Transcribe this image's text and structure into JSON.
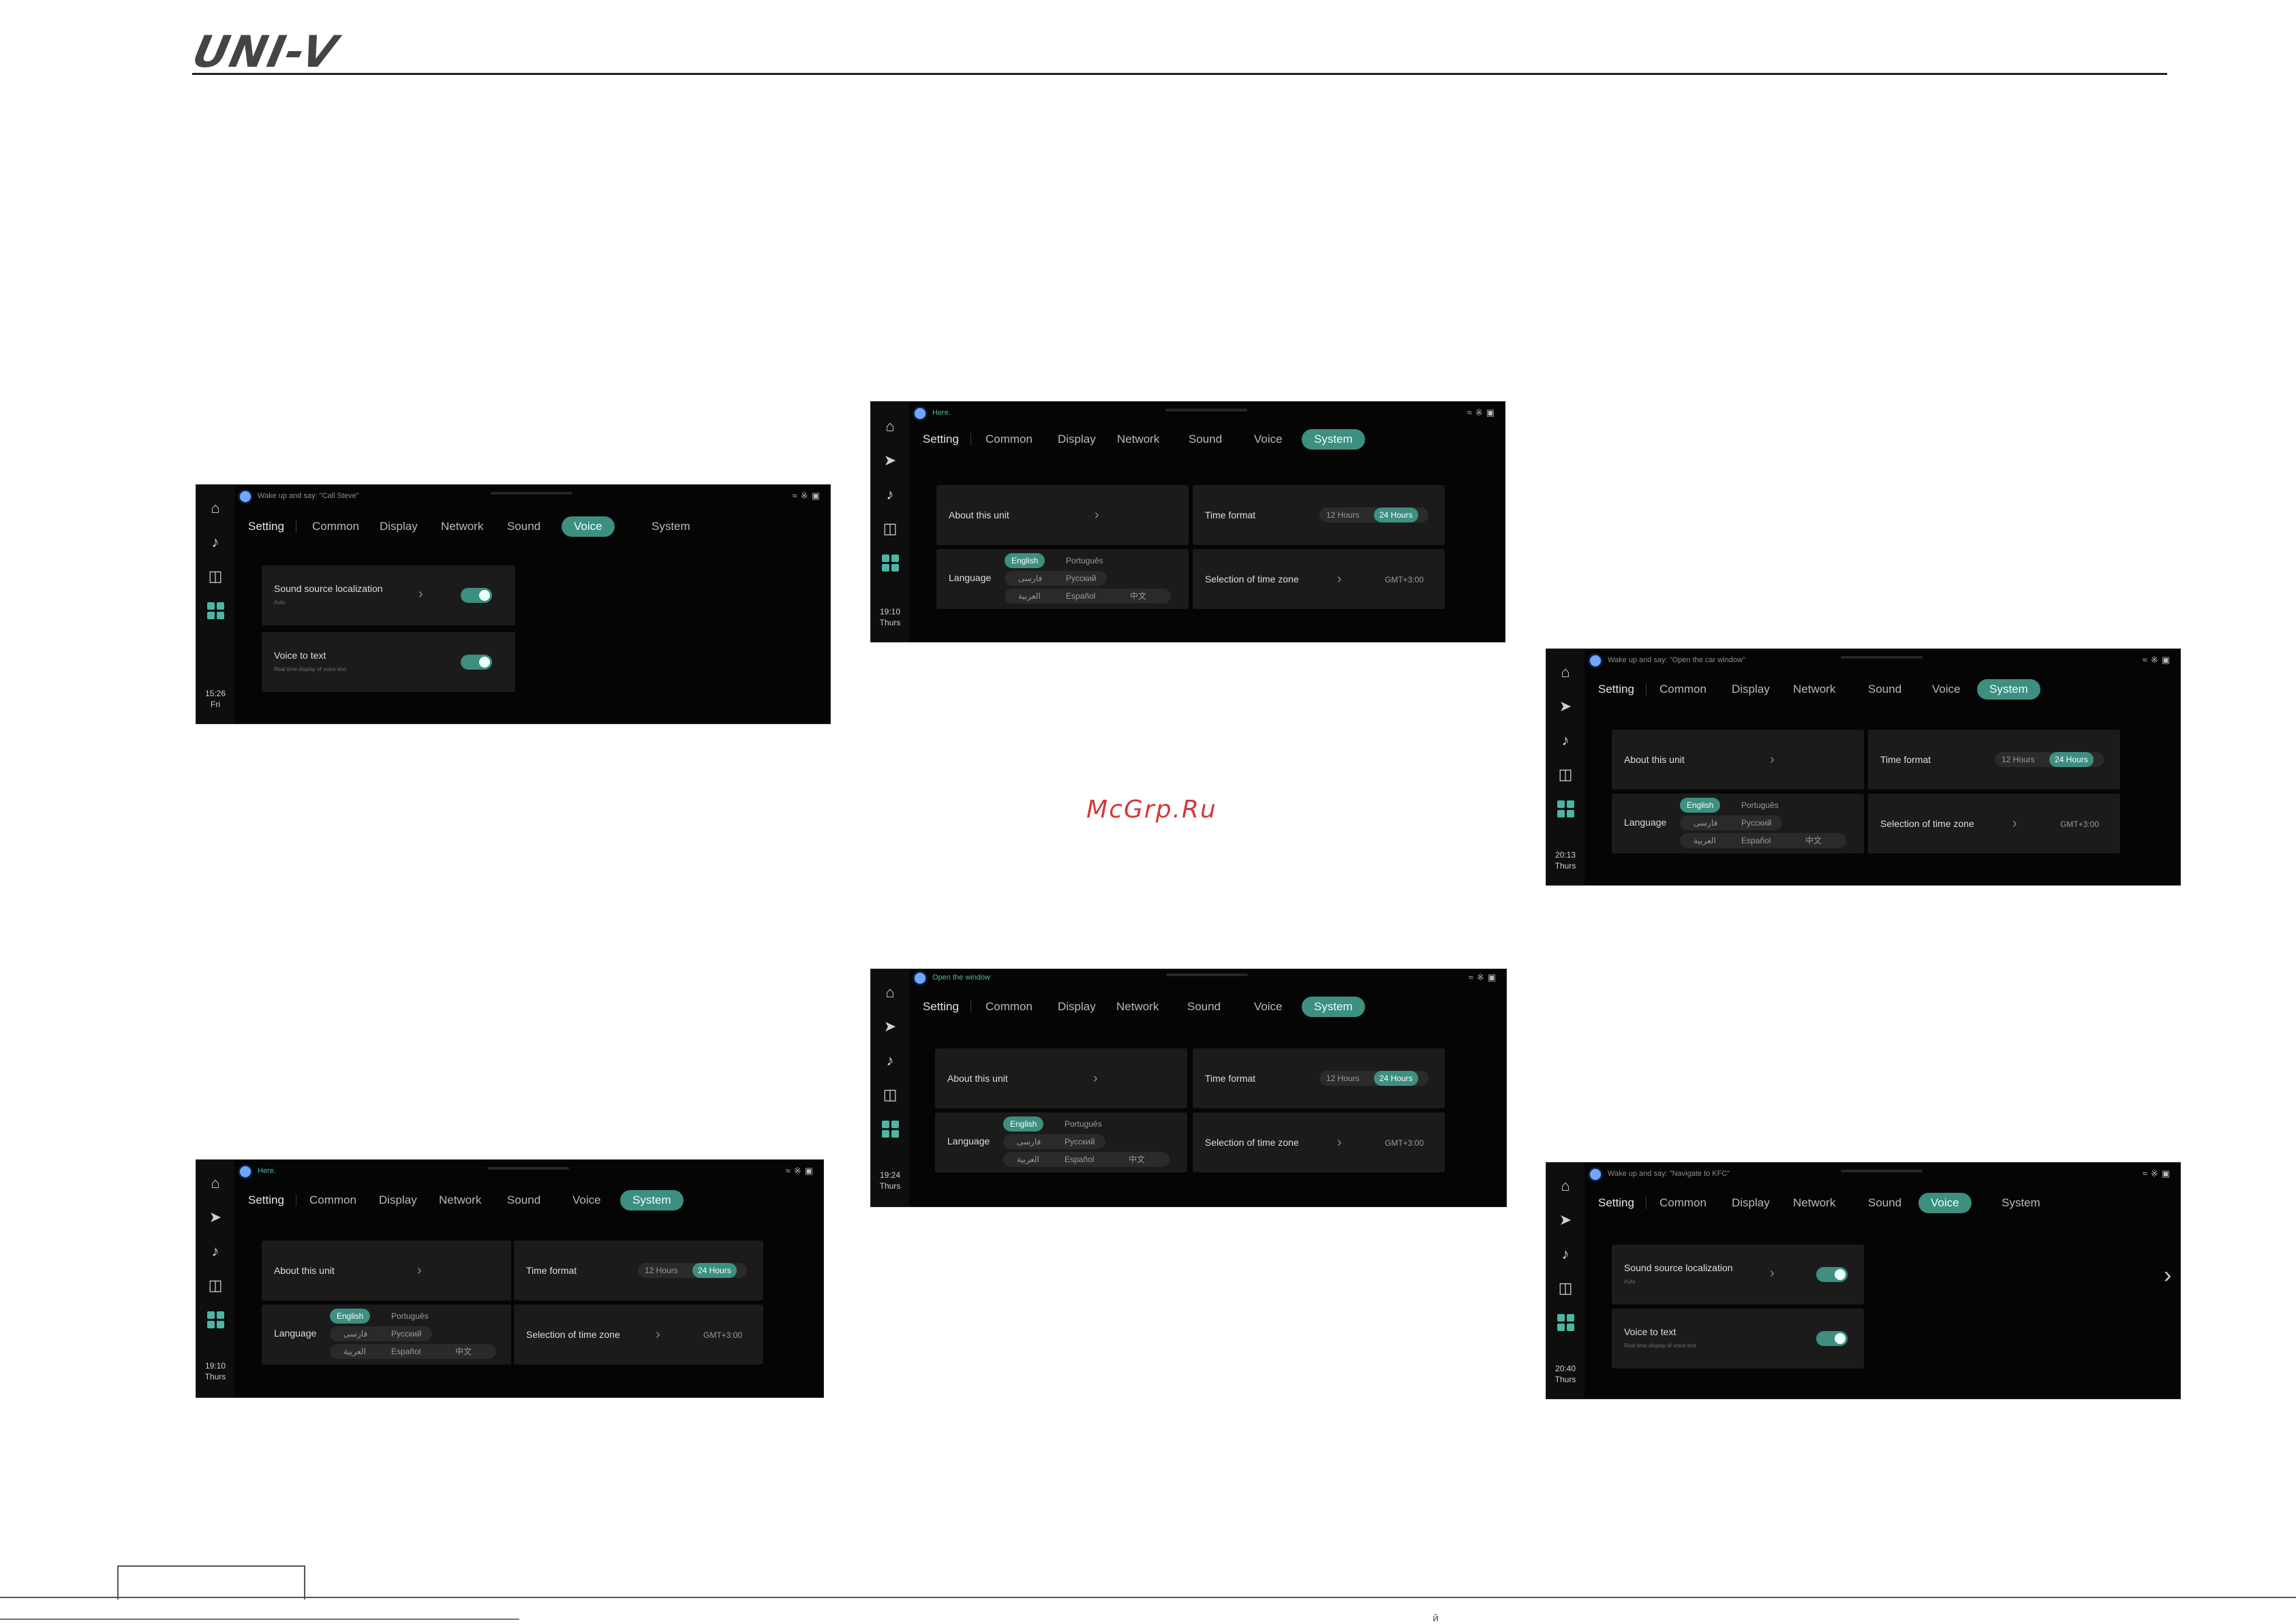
{
  "brand": {
    "logo": "UNI-V"
  },
  "watermark": "McGrp.Ru",
  "footer_mark": "й",
  "tabs": [
    "Setting",
    "Common",
    "Display",
    "Network",
    "Sound",
    "Voice",
    "System"
  ],
  "accent_color": "#3d8f80",
  "screens": {
    "s1": {
      "prompt": "Wake up and say: \"Call Steve\"",
      "clock_time": "15:26",
      "clock_day": "Fri",
      "active_tab": "Voice",
      "sound_source": {
        "label": "Sound source localization",
        "sub": "Auto",
        "toggle": true
      },
      "voice_to_text": {
        "label": "Voice to text",
        "sub": "Real time display of voice text",
        "toggle": true
      }
    },
    "s2": {
      "prompt": "Here.",
      "clock_time": "19:10",
      "clock_day": "Thurs",
      "active_tab": "System",
      "about": "About this unit",
      "time_format": {
        "label": "Time format",
        "opt_12": "12 Hours",
        "opt_24": "24 Hours",
        "selected": "24 Hours"
      },
      "language": {
        "label": "Language",
        "options": [
          "English",
          "Português",
          "فارسی",
          "Русский",
          "العربية",
          "Español",
          "中文"
        ],
        "selected": "English"
      },
      "timezone": {
        "label": "Selection of time zone",
        "value": "GMT+3:00"
      }
    },
    "s3": {
      "prompt": "Wake up and say: \"Open the car window\"",
      "clock_time": "20:13",
      "clock_day": "Thurs",
      "active_tab": "System"
    },
    "s4": {
      "prompt": "Open the window",
      "clock_time": "19:24",
      "clock_day": "Thurs",
      "active_tab": "System"
    },
    "s5": {
      "prompt": "Here.",
      "clock_time": "19:10",
      "clock_day": "Thurs",
      "active_tab": "System"
    },
    "s6": {
      "prompt": "Wake up and say: \"Navigate to KFC\"",
      "clock_time": "20:40",
      "clock_day": "Thurs",
      "active_tab": "Voice",
      "sound_source": {
        "label": "Sound source localization",
        "sub": "Auto",
        "toggle": true
      },
      "voice_to_text": {
        "label": "Voice to text",
        "sub": "Real time display of voice text",
        "toggle": true
      }
    }
  },
  "icons": [
    "home-icon",
    "navigation-icon",
    "music-icon",
    "car-icon",
    "apps-grid-icon",
    "wifi-icon",
    "bluetooth-icon",
    "camera-icon",
    "chevron-right-icon"
  ]
}
